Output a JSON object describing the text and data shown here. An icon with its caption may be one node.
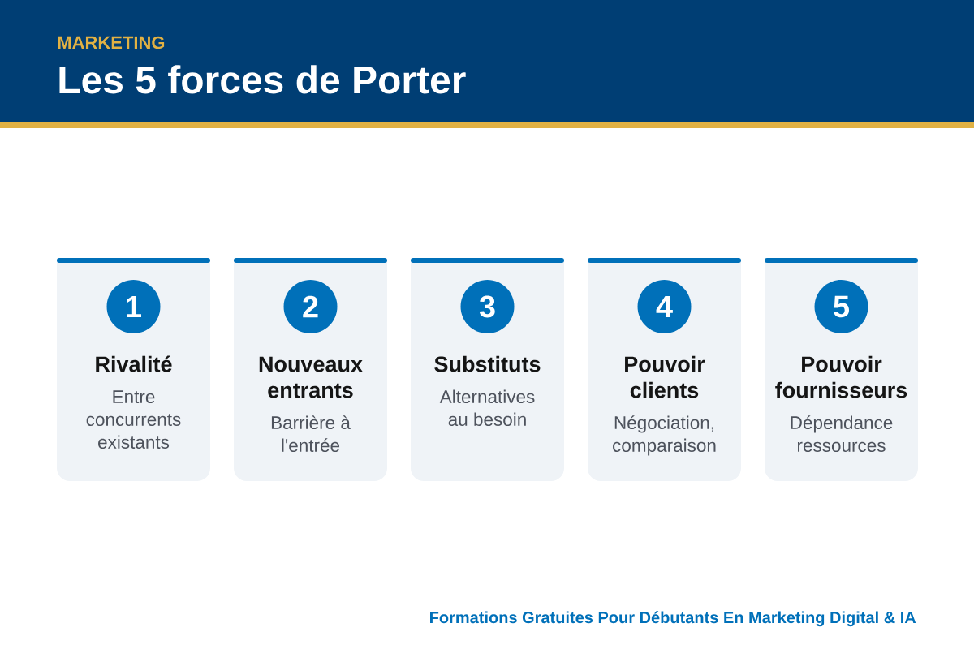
{
  "diagram": {
    "title": "Les 5 forces de Porter",
    "nodes": [
      {
        "text": [
          "Rivalité",
          "Entre concurrents existants"
        ]
      },
      {
        "text": [
          "1"
        ],
        "in": 0
      },
      {
        "text": [
          "Nouveaux entrants",
          "Barrière à l'entrée"
        ]
      },
      {
        "text": [
          "2"
        ],
        "in": 2
      },
      {
        "text": [
          "Substituts",
          "Alternatives au besoin"
        ]
      },
      {
        "text": [
          "3"
        ],
        "in": 4
      },
      {
        "text": [
          "Pouvoir clients",
          "Négociation, comparaison"
        ]
      },
      {
        "text": [
          "4"
        ],
        "in": 6
      },
      {
        "text": [
          "Pouvoir fournisseurs",
          "Dépendance ressources"
        ]
      },
      {
        "text": [
          "5"
        ],
        "in": 8
      }
    ],
    "labels": [
      "MARKETING",
      "Formations Gratuites Pour Débutants En Marketing Digital & IA"
    ]
  }
}
